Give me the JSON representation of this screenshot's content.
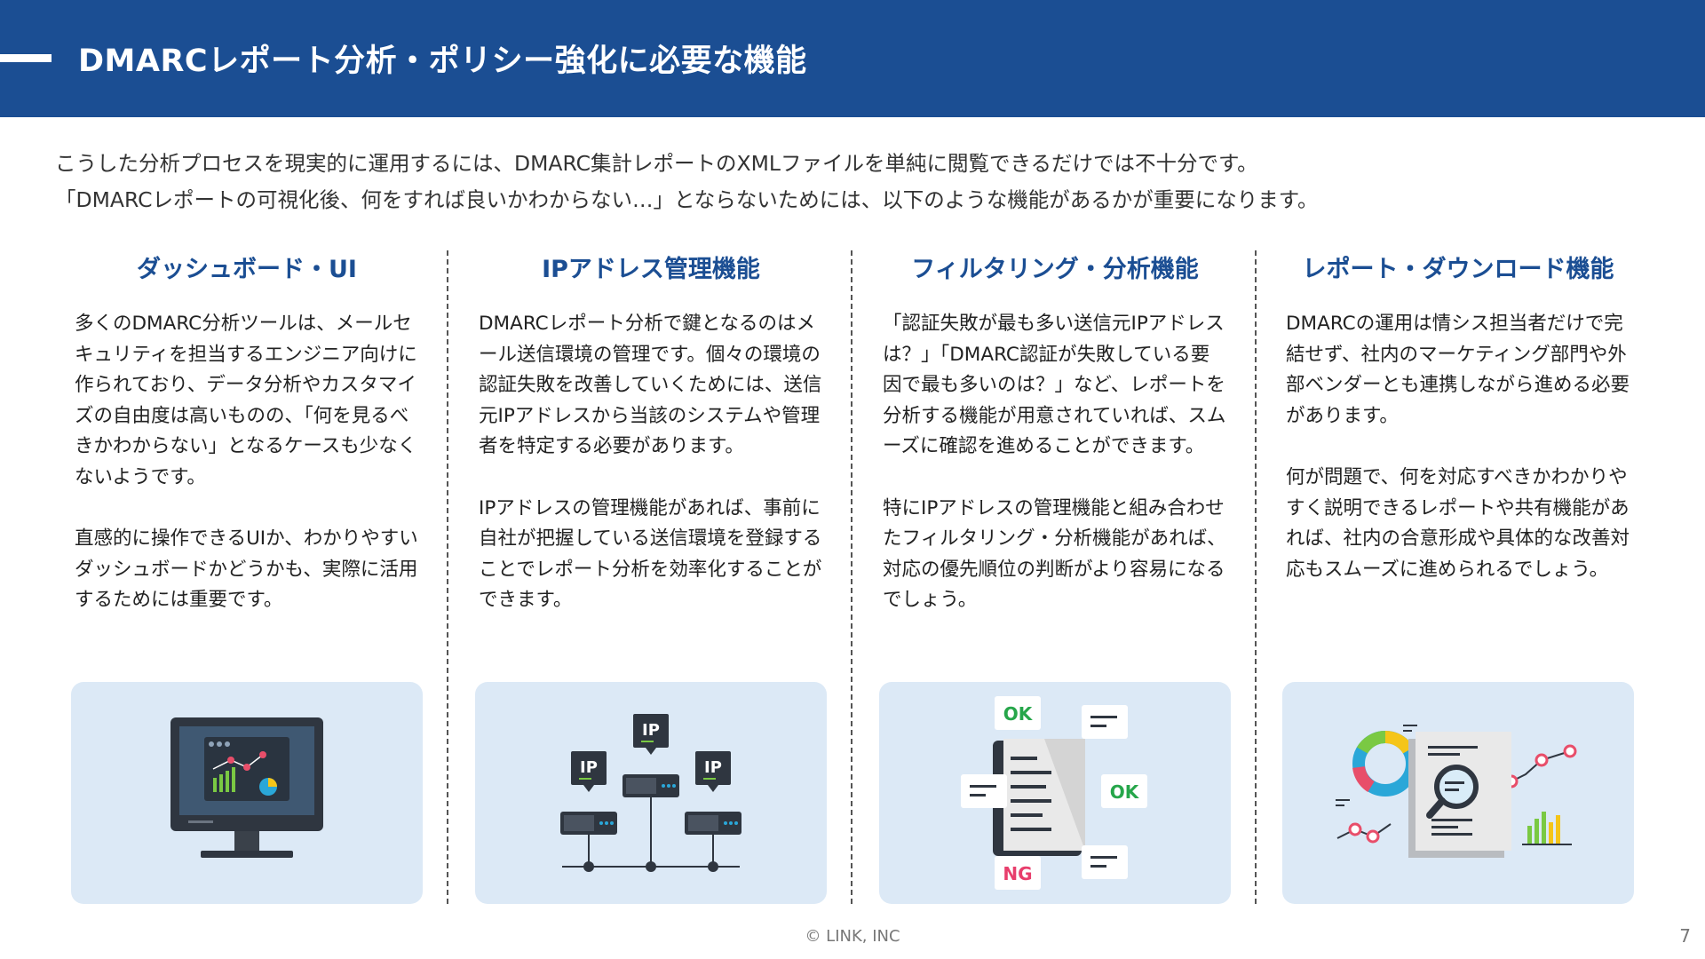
{
  "header": {
    "title": "DMARCレポート分析・ポリシー強化に必要な機能",
    "color": "#1b4e93"
  },
  "intro": {
    "line1": "こうした分析プロセスを現実的に運用するには、DMARC集計レポートのXMLファイルを単純に閲覧できるだけでは不十分です。",
    "line2": "「DMARCレポートの可視化後、何をすれば良いかわからない…」とならないためには、以下のような機能があるかが重要になります。"
  },
  "columns": [
    {
      "title": "ダッシュボード・UI",
      "paragraphs": [
        "多くのDMARC分析ツールは、メールセキュリティを担当するエンジニア向けに作られており、データ分析やカスタマイズの自由度は高いものの、「何を見るべきかわからない」となるケースも少なくないようです。",
        "直感的に操作できるUIか、わかりやすいダッシュボードかどうかも、実際に活用するためには重要です。"
      ],
      "icon": "monitor-dashboard-icon"
    },
    {
      "title": "IPアドレス管理機能",
      "paragraphs": [
        "DMARCレポート分析で鍵となるのはメール送信環境の管理です。個々の環境の認証失敗を改善していくためには、送信元IPアドレスから当該のシステムや管理者を特定する必要があります。",
        "IPアドレスの管理機能があれば、事前に自社が把握している送信環境を登録することでレポート分析を効率化することができます。"
      ],
      "icon": "ip-server-network-icon",
      "illus_labels": {
        "ip": "IP"
      }
    },
    {
      "title": "フィルタリング・分析機能",
      "paragraphs": [
        "「認証失敗が最も多い送信元IPアドレスは？」「DMARC認証が失敗している要因で最も多いのは？」など、レポートを分析する機能が用意されていれば、スムーズに確認を進めることができます。",
        "特にIPアドレスの管理機能と組み合わせたフィルタリング・分析機能があれば、対応の優先順位の判断がより容易になるでしょう。"
      ],
      "icon": "document-filter-icon",
      "illus_labels": {
        "ok": "OK",
        "ng": "NG"
      }
    },
    {
      "title": "レポート・ダウンロード機能",
      "paragraphs": [
        "DMARCの運用は情シス担当者だけで完結せず、社内のマーケティング部門や外部ベンダーとも連携しながら進める必要があります。",
        "何が問題で、何を対応すべきかわかりやすく説明できるレポートや共有機能があれば、社内の合意形成や具体的な改善対応もスムーズに進められるでしょう。"
      ],
      "icon": "report-analysis-icon"
    }
  ],
  "footer": {
    "copyright": "© LINK, INC",
    "page_number": "7"
  }
}
